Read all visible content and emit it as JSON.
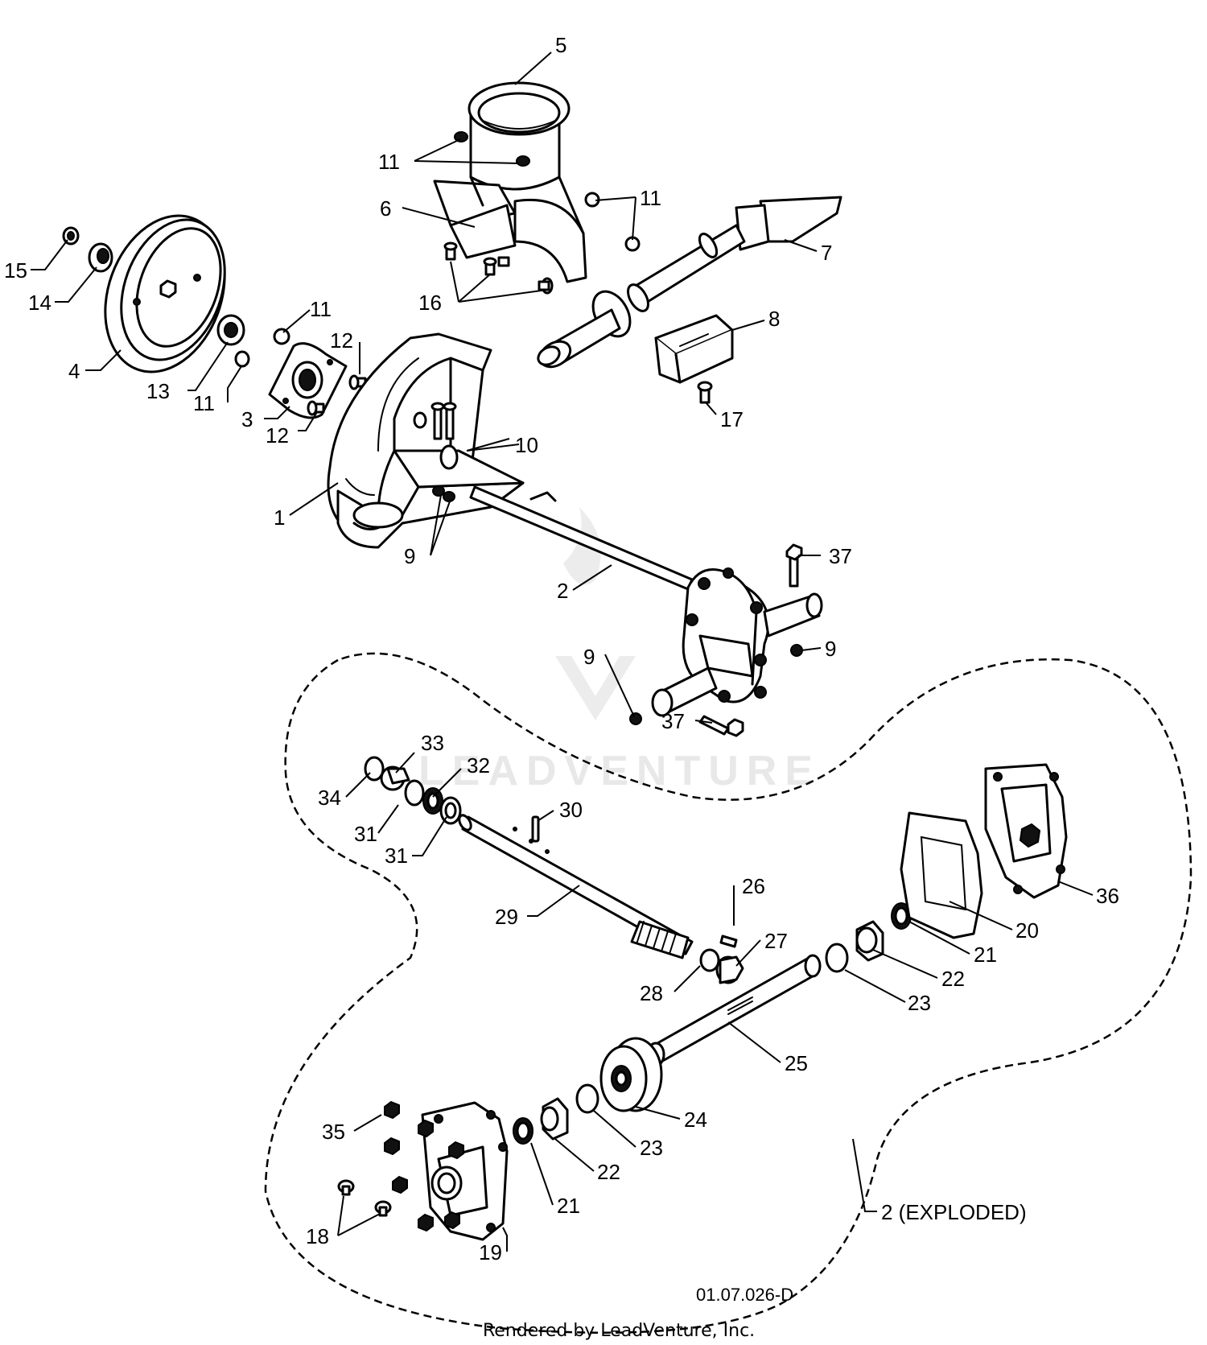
{
  "callouts": [
    {
      "id": "c1",
      "label": "1"
    },
    {
      "id": "c2",
      "label": "2"
    },
    {
      "id": "c2b",
      "label": "2"
    },
    {
      "id": "c3",
      "label": "3"
    },
    {
      "id": "c4",
      "label": "4"
    },
    {
      "id": "c5",
      "label": "5"
    },
    {
      "id": "c6",
      "label": "6"
    },
    {
      "id": "c7",
      "label": "7"
    },
    {
      "id": "c8",
      "label": "8"
    },
    {
      "id": "c9a",
      "label": "9"
    },
    {
      "id": "c9b",
      "label": "9"
    },
    {
      "id": "c9c",
      "label": "9"
    },
    {
      "id": "c10",
      "label": "10"
    },
    {
      "id": "c11a",
      "label": "11"
    },
    {
      "id": "c11b",
      "label": "11"
    },
    {
      "id": "c11c",
      "label": "11"
    },
    {
      "id": "c11d",
      "label": "11"
    },
    {
      "id": "c12a",
      "label": "12"
    },
    {
      "id": "c12b",
      "label": "12"
    },
    {
      "id": "c13",
      "label": "13"
    },
    {
      "id": "c14",
      "label": "14"
    },
    {
      "id": "c15",
      "label": "15"
    },
    {
      "id": "c16",
      "label": "16"
    },
    {
      "id": "c17",
      "label": "17"
    },
    {
      "id": "c18",
      "label": "18"
    },
    {
      "id": "c19",
      "label": "19"
    },
    {
      "id": "c20",
      "label": "20"
    },
    {
      "id": "c21a",
      "label": "21"
    },
    {
      "id": "c21b",
      "label": "21"
    },
    {
      "id": "c22a",
      "label": "22"
    },
    {
      "id": "c22b",
      "label": "22"
    },
    {
      "id": "c23a",
      "label": "23"
    },
    {
      "id": "c23b",
      "label": "23"
    },
    {
      "id": "c24",
      "label": "24"
    },
    {
      "id": "c25",
      "label": "25"
    },
    {
      "id": "c26",
      "label": "26"
    },
    {
      "id": "c27",
      "label": "27"
    },
    {
      "id": "c28",
      "label": "28"
    },
    {
      "id": "c29",
      "label": "29"
    },
    {
      "id": "c30",
      "label": "30"
    },
    {
      "id": "c31a",
      "label": "31"
    },
    {
      "id": "c31b",
      "label": "31"
    },
    {
      "id": "c32",
      "label": "32"
    },
    {
      "id": "c33",
      "label": "33"
    },
    {
      "id": "c34",
      "label": "34"
    },
    {
      "id": "c35",
      "label": "35"
    },
    {
      "id": "c36",
      "label": "36"
    },
    {
      "id": "c37a",
      "label": "37"
    },
    {
      "id": "c37b",
      "label": "37"
    }
  ],
  "exploded_label": "2 (EXPLODED)",
  "drawing_number": "01.07.026-D",
  "credit": "Rendered by LeadVenture, Inc.",
  "watermark": "LEADVENTURE"
}
